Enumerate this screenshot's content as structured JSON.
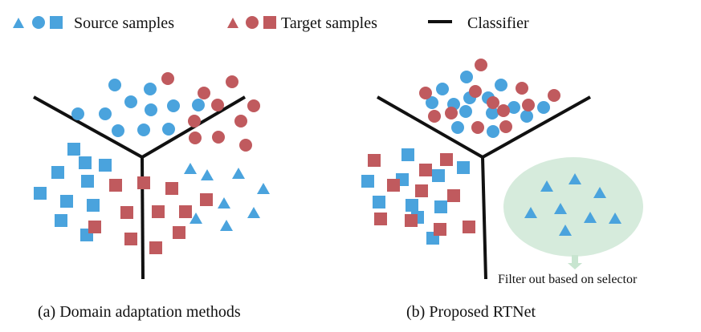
{
  "legend": {
    "source_label": "Source samples",
    "target_label": "Target samples",
    "classifier_label": "Classifier"
  },
  "colors": {
    "source": "#4aa3dd",
    "target": "#c05a5e",
    "classifier": "#111111",
    "selector_region": "#d6ebdc",
    "selector_arrow": "#c8e5d0"
  },
  "panels": {
    "a": {
      "caption": "(a) Domain adaptation methods"
    },
    "b": {
      "caption": "(b) Proposed RTNet",
      "selector_note": "Filter out based on selector"
    }
  }
}
